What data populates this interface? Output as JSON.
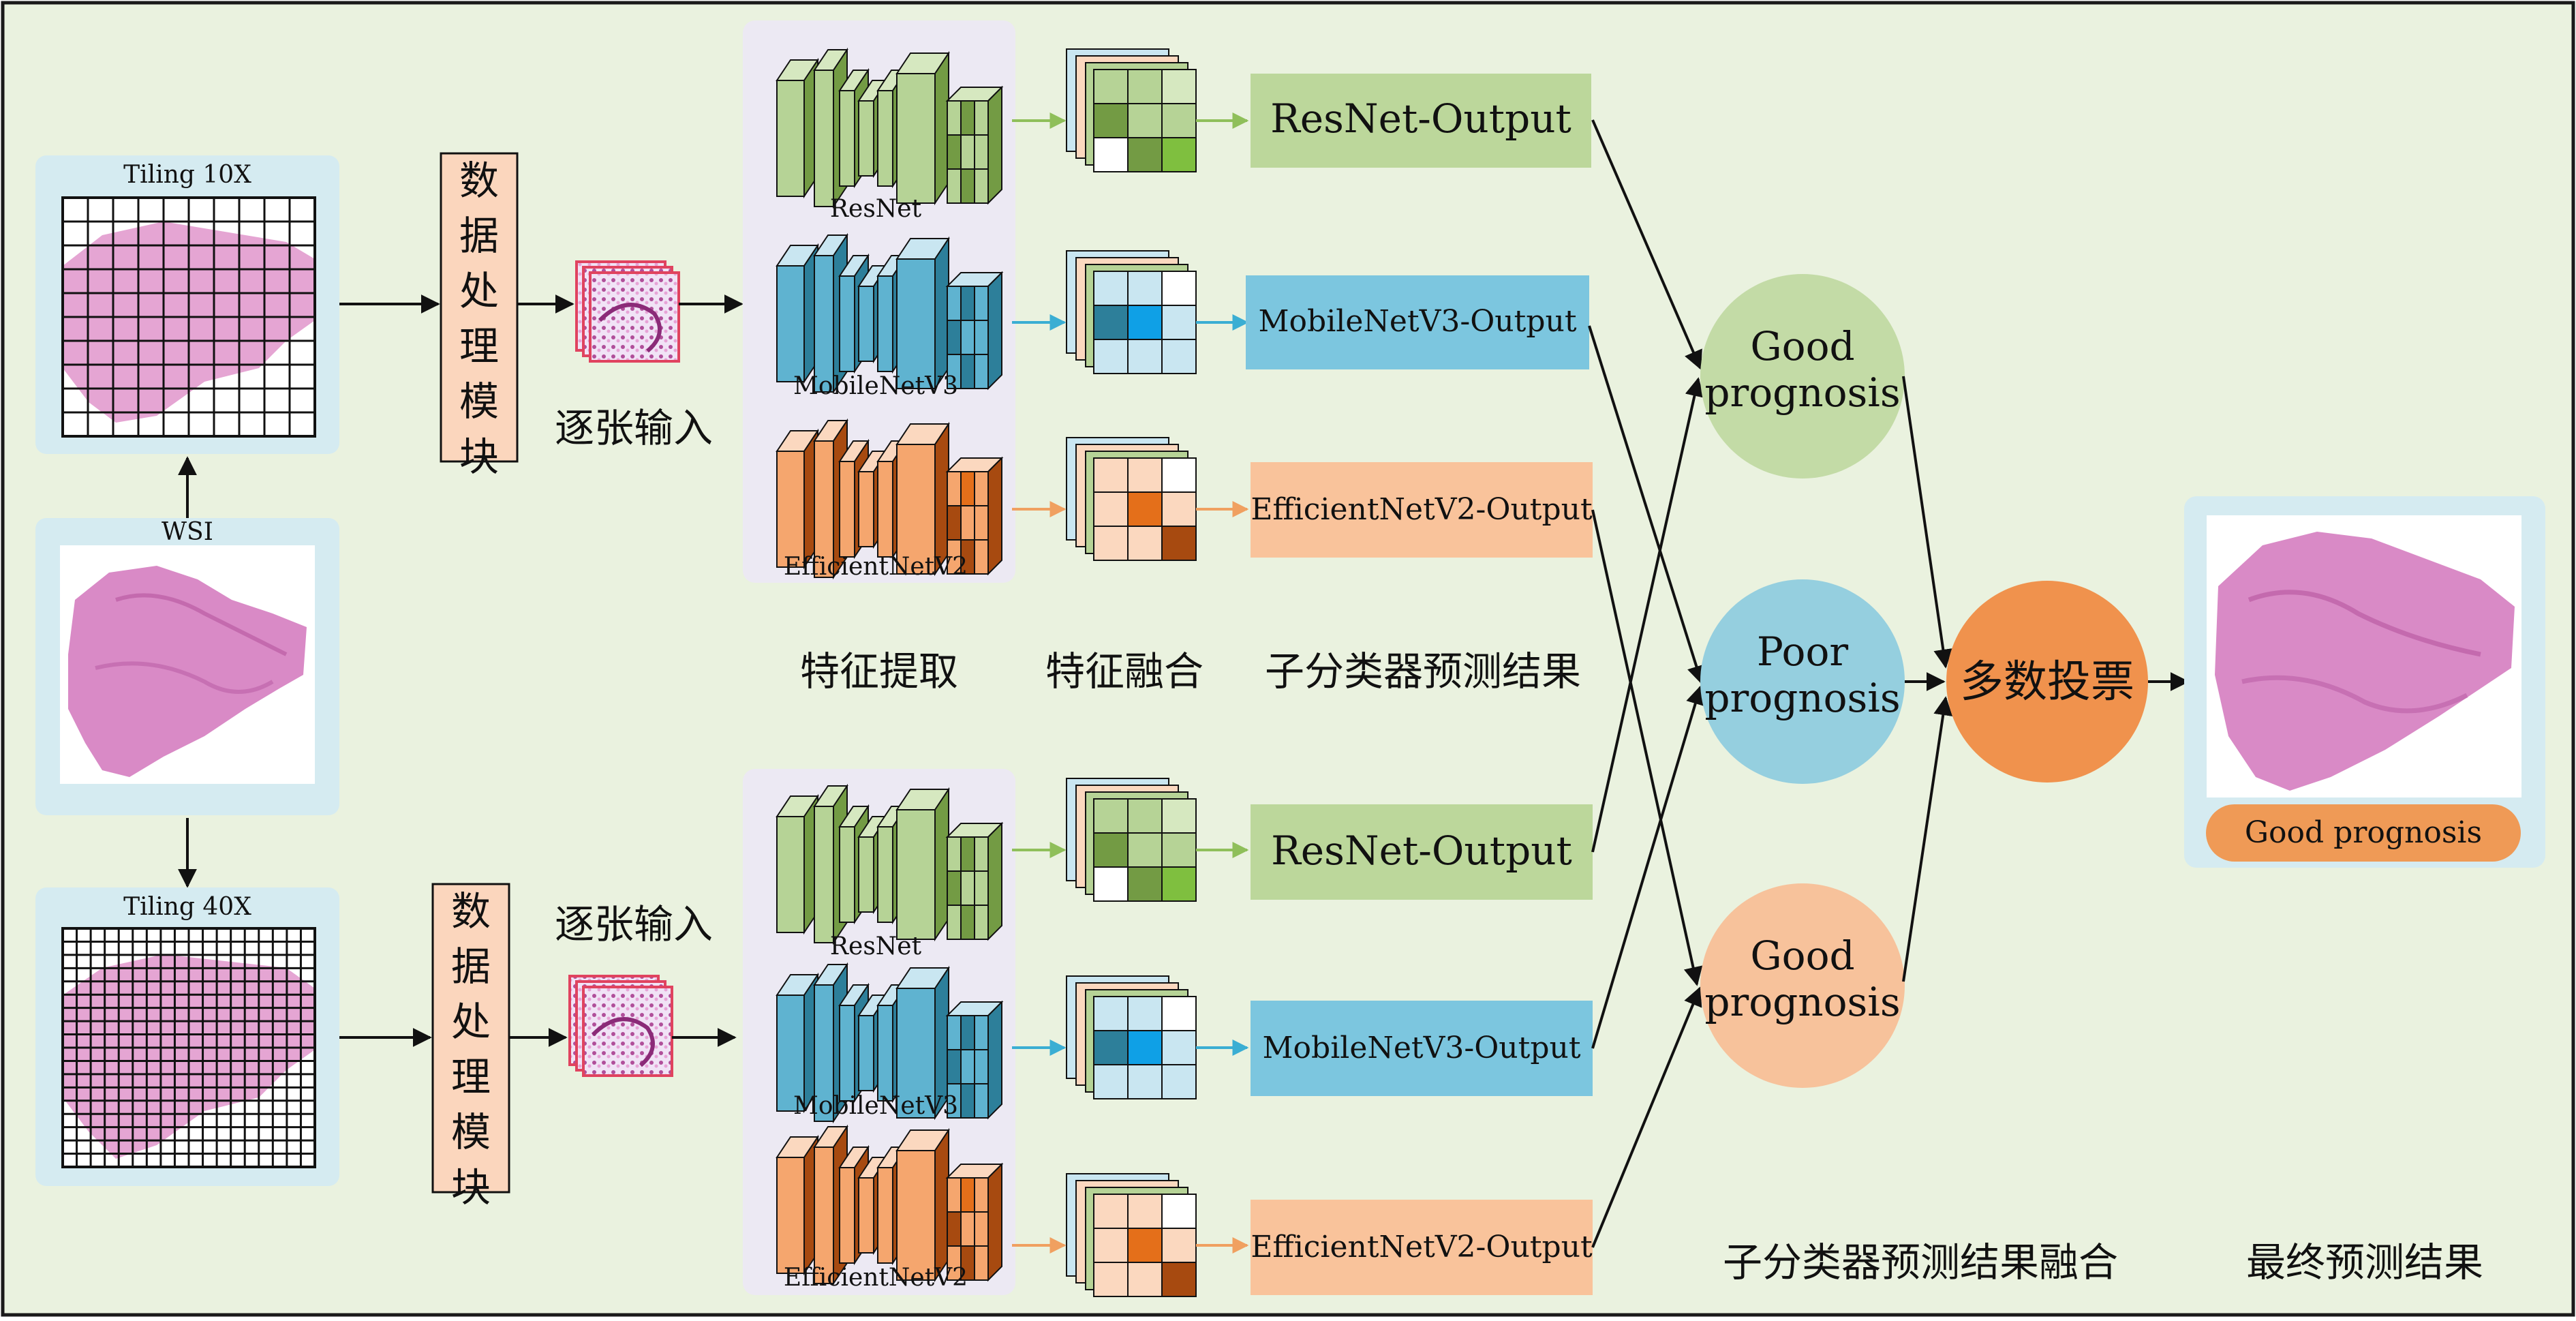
{
  "colors": {
    "background": "#eaf2df",
    "border": "#1a1a1a",
    "panel_blue": "#d5ebf1",
    "panel_lavender": "#ece9f3",
    "module_fill": "#fbd6bd",
    "green": "#b6d396",
    "green_dark": "#739b44",
    "green_bright": "#7fbf3f",
    "blue": "#5fb3d0",
    "blue_light": "#c9e6f1",
    "blue_dark": "#2d7f9a",
    "blue_bright": "#0fa0e6",
    "orange": "#f5a66e",
    "orange_light": "#fbd8bf",
    "orange_dark": "#e46f1a",
    "orange_brown": "#a74a10",
    "output_green": "#bcd79b",
    "output_blue": "#7cc6df",
    "output_orange": "#f9c39b",
    "circle_green": "#c3dba6",
    "circle_blue": "#95cfdf",
    "circle_peach": "#f7c29b",
    "circle_vote": "#f0924d",
    "pill": "#ef9a56",
    "tissue": "#d985c3",
    "grid_line": "#111111"
  },
  "wsi": {
    "label": "WSI",
    "tiling_top": "Tiling 10X",
    "tiling_bottom": "Tiling 40X"
  },
  "module_label": "数据处理模块",
  "input_label_top": "逐张输入",
  "input_label_bottom": "逐张输入",
  "networks": [
    "ResNet",
    "MobileNetV3",
    "EfficientNetV2"
  ],
  "outputs_top": [
    "ResNet-Output",
    "MobileNetV3-Output",
    "EfficientNetV2-Output"
  ],
  "outputs_bottom": [
    "ResNet-Output",
    "MobileNetV3-Output",
    "EfficientNetV2-Output"
  ],
  "stage_labels": {
    "feature_extraction": "特征提取",
    "feature_fusion": "特征融合",
    "sub_classifier": "子分类器预测结果",
    "sub_classifier_fusion": "子分类器预测结果融合",
    "final_result": "最终预测结果"
  },
  "predictions": [
    {
      "line1": "Good",
      "line2": "prognosis"
    },
    {
      "line1": "Poor",
      "line2": "prognosis"
    },
    {
      "line1": "Good",
      "line2": "prognosis"
    }
  ],
  "vote_label": "多数投票",
  "final_label": "Good prognosis"
}
